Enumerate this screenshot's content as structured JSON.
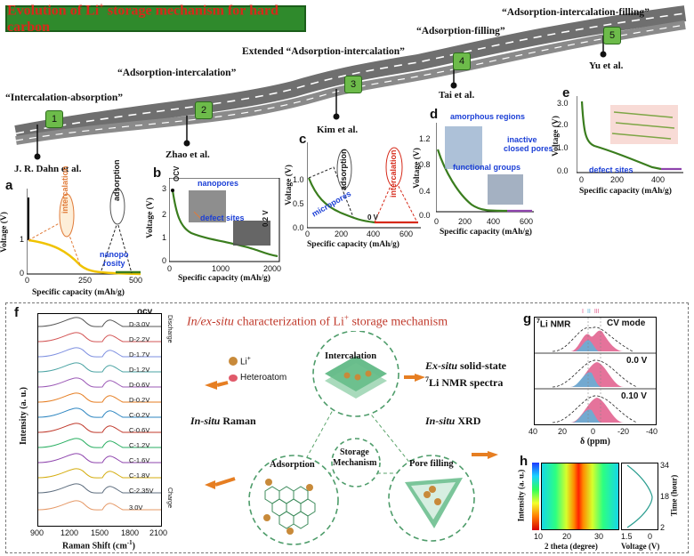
{
  "title": {
    "prefix": "Evolution of Li",
    "sup": "+",
    "suffix": " storage mechanism for hard carbon"
  },
  "timeline": [
    {
      "num": "1",
      "stage": "“Intercalation-absorption”",
      "author": "J. R. Dahn et al."
    },
    {
      "num": "2",
      "stage": "“Adsorption-intercalation”",
      "author": "Zhao et al."
    },
    {
      "num": "3",
      "stage": "Extended “Adsorption-intercalation”",
      "author": "Kim et al."
    },
    {
      "num": "4",
      "stage": "“Adsorption-filling”",
      "author": "Tai et al."
    },
    {
      "num": "5",
      "stage": "“Adsorption-intercalation-filling”",
      "author": "Yu et al."
    }
  ],
  "panels": {
    "a": {
      "letter": "a",
      "ylabel": "Voltage (V)",
      "xlabel": "Specific capacity (mAh/g)",
      "yticks": [
        "0",
        "1"
      ],
      "xticks": [
        "0",
        "250",
        "500"
      ],
      "labels": {
        "intercalation": "intercalation",
        "adsorption": "adsorption",
        "nanopo": "nanopo",
        "rosity": "rosity"
      }
    },
    "b": {
      "letter": "b",
      "ylabel": "Voltage (V)",
      "xlabel": "Specific capacity (mAh/g)",
      "yticks": [
        "0",
        "1",
        "2",
        "3"
      ],
      "xticks": [
        "0",
        "1000",
        "2000"
      ],
      "labels": {
        "ocv": "OCV",
        "nanopores": "nanopores",
        "defect": "defect sites",
        "v02": "0.2 V"
      }
    },
    "c": {
      "letter": "c",
      "ylabel": "Voltage (V)",
      "xlabel": "Specific capacity (mAh/g)",
      "yticks": [
        "0.0",
        "0.5",
        "1.0"
      ],
      "xticks": [
        "0",
        "200",
        "400",
        "600"
      ],
      "labels": {
        "adsorption": "adsorption",
        "intercalation": "intercalation",
        "micropores": "micropores",
        "v0": "0 V"
      }
    },
    "d": {
      "letter": "d",
      "ylabel": "Voltage (V)",
      "xlabel": "Specific capacity (mAh/g)",
      "yticks": [
        "0.0",
        "0.4",
        "0.8",
        "1.2"
      ],
      "xticks": [
        "0",
        "200",
        "400",
        "600"
      ],
      "labels": {
        "amorphous": "amorphous regions",
        "inactive1": "inactive",
        "inactive2": "closed pores",
        "functional": "functional groups"
      }
    },
    "e": {
      "letter": "e",
      "ylabel": "Voltage (V)",
      "xlabel": "Specific capacity (mAh/g)",
      "yticks": [
        "0.0",
        "1.0",
        "2.0",
        "3.0"
      ],
      "xticks": [
        "0",
        "200",
        "400"
      ],
      "labels": {
        "defect": "defect sites"
      }
    },
    "f": {
      "letter": "f",
      "ylabel": "Intensity (a. u.)",
      "xlabel": "Raman Shift (cm",
      "xlabel_sup": "-1",
      "xlabel_end": ")",
      "xticks": [
        "900",
        "1200",
        "1500",
        "1800",
        "2100"
      ],
      "ocv": "ocv",
      "discharge": "Discharge",
      "charge": "Charge",
      "traces": [
        "D-3.0V",
        "D-2.2V",
        "D-1.7V",
        "D-1.2V",
        "D-0.6V",
        "D-0.2V",
        "C-0.2V",
        "C-0.6V",
        "C-1.2V",
        "C-1.6V",
        "C-1.8V",
        "C-2.35V",
        "3.0V"
      ]
    },
    "g": {
      "letter": "g",
      "nmr": "Li NMR",
      "nmr_sup": "7",
      "mode": "CV mode",
      "peak_labels": [
        "I",
        "II",
        "III"
      ],
      "row_labels": [
        "0.0 V",
        "0.10 V"
      ],
      "xlabel": "δ (ppm)",
      "xticks": [
        "40",
        "20",
        "0",
        "-20",
        "-40"
      ]
    },
    "h": {
      "letter": "h",
      "ylabel": "Intensity (a. u.)",
      "xlabel": "2 theta (degree)",
      "xticks": [
        "10",
        "20",
        "30"
      ],
      "time_label": "Time (hour)",
      "time_ticks": [
        "34",
        "18",
        "2"
      ],
      "voltage_label": "Voltage (V)",
      "voltage_ticks": [
        "1.5",
        "0"
      ]
    }
  },
  "center": {
    "title_italic": "In/ex-situ",
    "title_rest": " characterization of Li",
    "title_sup": "+",
    "title_end": " storage mechanism",
    "legend_li": "Li",
    "legend_li_sup": "+",
    "legend_hetero": "Heteroatom",
    "intercalation": "Intercalation",
    "adsorption": "Adsorption",
    "pore_filling": "Pore filling",
    "storage1": "Storage",
    "storage2": "Mechanism",
    "exsitu_italic": "Ex-situ",
    "exsitu_rest": " solid-state",
    "nmr_sup": "7",
    "nmr_rest": "Li NMR spectra",
    "insitu_raman_italic": "In-situ",
    "insitu_raman_rest": " Raman",
    "insitu_xrd_italic": "In-situ",
    "insitu_xrd_rest": " XRD"
  },
  "colors": {
    "title_green": "#2f8a2c",
    "title_red": "#d62a1a",
    "curve_green": "#3a7d1e",
    "curve_yellow": "#f0c300",
    "accent_red": "#c0392b",
    "blue_text": "#1b3fd6"
  }
}
